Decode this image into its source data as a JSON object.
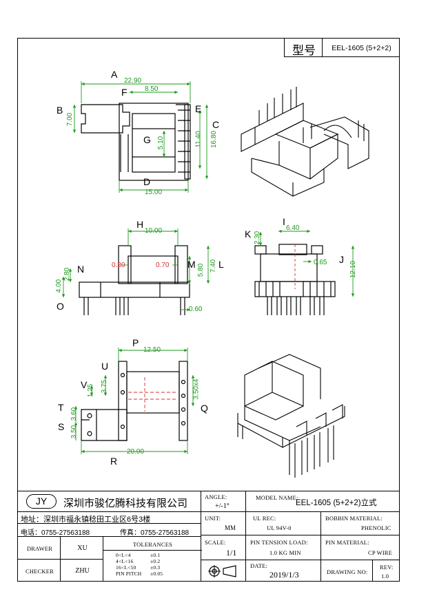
{
  "header": {
    "model_label": "型号",
    "model_value": "EEL-1605 (5+2+2)"
  },
  "dimensions": {
    "top_view": [
      "22.90",
      "8.50",
      "7.00",
      "11.40",
      "16.80",
      "5.10",
      "15.00"
    ],
    "top_letters": [
      "A",
      "F",
      "B",
      "E",
      "C",
      "G",
      "D"
    ],
    "front_view": [
      "10.00",
      "2.80",
      "0.80",
      "0.70",
      "5.80",
      "7.40",
      "4.00",
      "0.60"
    ],
    "front_letters": [
      "H",
      "N",
      "M",
      "L",
      "O"
    ],
    "side_view": [
      "2.30",
      "6.40",
      "0.65",
      "12.10"
    ],
    "side_letters": [
      "K",
      "I",
      "J"
    ],
    "bottom_view": [
      "12.50",
      "1.25",
      "3.75",
      "3.60",
      "3.50",
      "3.50x4",
      "20.00"
    ],
    "bottom_letters": [
      "P",
      "U",
      "V",
      "T",
      "S",
      "Q",
      "R"
    ]
  },
  "title_block": {
    "logo": "JY",
    "company": "深圳市骏亿腾科技有限公司",
    "address": "地址：深圳市福永镇稔田工业区6号3楼",
    "phone": "电话：0755-27563188",
    "fax": "传真：0755-27563188",
    "angle_label": "ANGLE:",
    "angle_value": "+/-1°",
    "model_name_label": "MODEL NAME:",
    "model_name_value": "EEL-1605 (5+2+2)立式",
    "unit_label": "UNIT:",
    "unit_value": "MM",
    "ul_rec_label": "UL REC:",
    "ul_rec_value": "UL 94V-0",
    "bobbin_material_label": "BOBBIN MATERIAL:",
    "bobbin_material_value": "PHENOLIC",
    "scale_label": "SCALE:",
    "scale_value": "1/1",
    "pin_tension_label": "PIN TENSION LOAD:",
    "pin_tension_value": "1.0 KG MIN",
    "pin_material_label": "PIN MATERIAL:",
    "pin_material_value": "CP WIRE",
    "drawer_label": "DRAWER",
    "drawer_value": "XU",
    "checker_label": "CHECKER",
    "checker_value": "ZHU",
    "tolerances_label": "TOLERANCES",
    "tolerances": [
      {
        "range": "0<L<4",
        "value": "±0.1"
      },
      {
        "range": "4<L<16",
        "value": "±0.2"
      },
      {
        "range": "16<L<50",
        "value": "±0.3"
      },
      {
        "range": "PIN PITCH",
        "value": "±0.05"
      }
    ],
    "date_label": "DATE:",
    "date_value": "2019/1/3",
    "drawing_no_label": "DRAWING NO:",
    "rev_label": "REV:",
    "rev_value": "1.0"
  }
}
